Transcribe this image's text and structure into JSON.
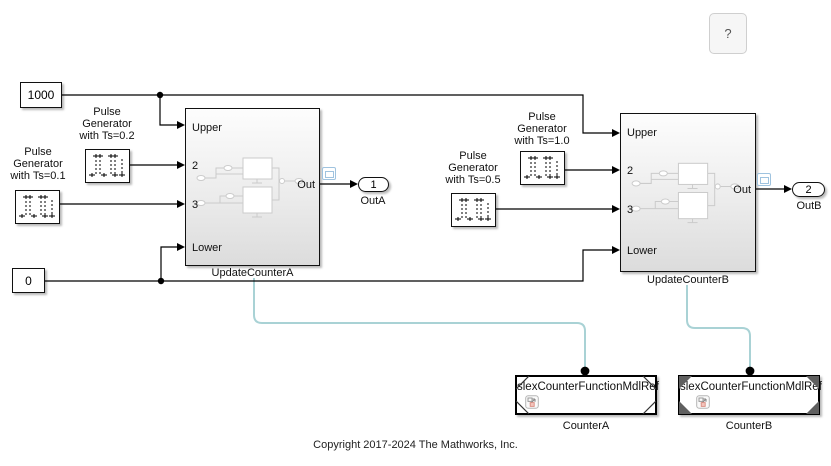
{
  "help_button": {
    "label": "?"
  },
  "constants": {
    "upper_limit": {
      "value": "1000"
    },
    "lower_limit": {
      "value": "0"
    }
  },
  "pulse_generators": [
    {
      "label_lines": [
        "Pulse",
        "Generator",
        "with Ts=0.2"
      ]
    },
    {
      "label_lines": [
        "Pulse",
        "Generator",
        "with Ts=0.1"
      ]
    },
    {
      "label_lines": [
        "Pulse",
        "Generator",
        "with Ts=1.0"
      ]
    },
    {
      "label_lines": [
        "Pulse",
        "Generator",
        "with Ts=0.5"
      ]
    }
  ],
  "subsystems": [
    {
      "name": "UpdateCounterA",
      "ports": {
        "in1": "Upper",
        "in2": "2",
        "in3": "3",
        "in4": "Lower",
        "out": "Out"
      }
    },
    {
      "name": "UpdateCounterB",
      "ports": {
        "in1": "Upper",
        "in2": "2",
        "in3": "3",
        "in4": "Lower",
        "out": "Out"
      }
    }
  ],
  "outports": [
    {
      "number": "1",
      "name": "OutA"
    },
    {
      "number": "2",
      "name": "OutB"
    }
  ],
  "model_references": [
    {
      "title": "slexCounterFunctionMdlRef",
      "name": "CounterA"
    },
    {
      "title": "slexCounterFunctionMdlRef",
      "name": "CounterB"
    }
  ],
  "footer": {
    "copyright": "Copyright 2017-2024 The Mathworks, Inc."
  },
  "colors": {
    "signal_wire": "#000000",
    "function_call_wire": "#a9d2d5",
    "viewer_badge": "#9fc3df"
  }
}
